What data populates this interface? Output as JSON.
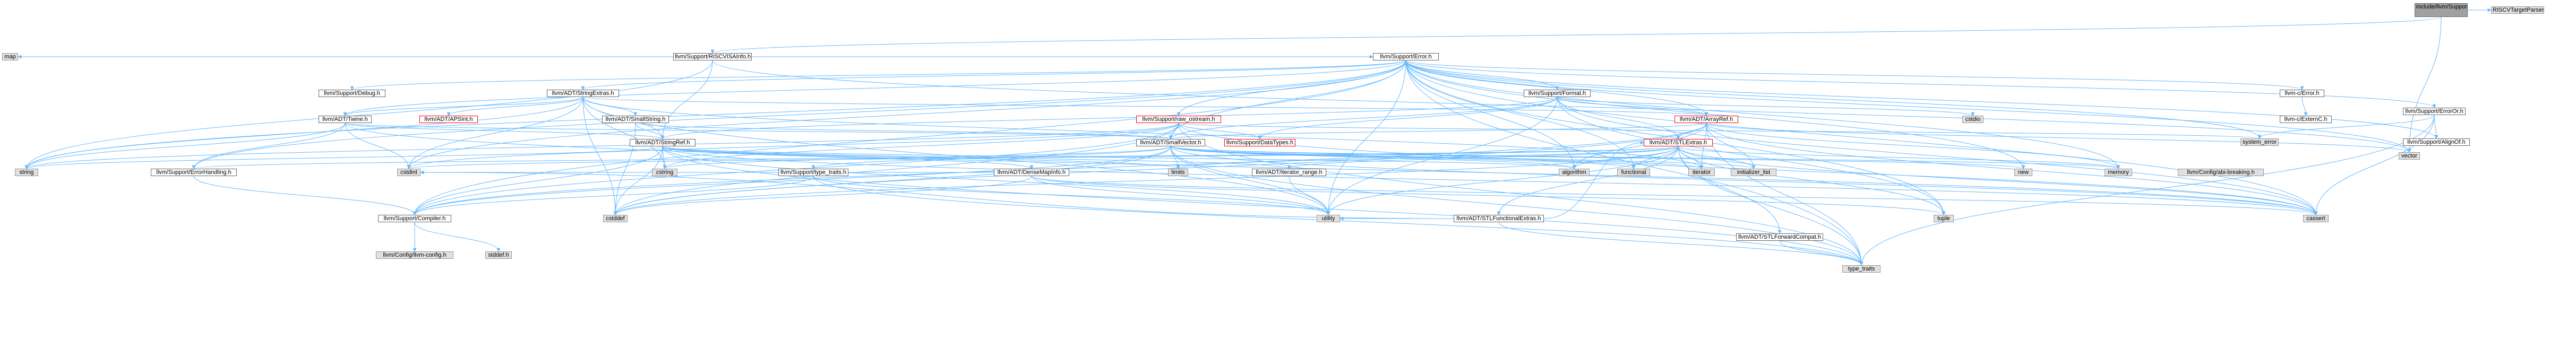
{
  "colors": {
    "edge": "#63b8ff",
    "node_border": "#666666",
    "external_fill": "#e0e0e0",
    "root_fill": "#a0a0a0",
    "missing_border": "#ff0000"
  },
  "nodes": [
    {
      "id": "root",
      "label": "include/llvm/Support/TargetParser.h",
      "kind": "root"
    },
    {
      "id": "riscvtp",
      "label": "RISCVTargetParser.def",
      "kind": "external"
    },
    {
      "id": "riscvisa",
      "label": "llvm/Support/RISCVISAInfo.h",
      "kind": "plain"
    },
    {
      "id": "map",
      "label": "map",
      "kind": "external"
    },
    {
      "id": "vector",
      "label": "vector",
      "kind": "external"
    },
    {
      "id": "error",
      "label": "llvm/Support/Error.h",
      "kind": "plain"
    },
    {
      "id": "debug",
      "label": "llvm/Support/Debug.h",
      "kind": "plain"
    },
    {
      "id": "stringextras",
      "label": "llvm/ADT/StringExtras.h",
      "kind": "plain"
    },
    {
      "id": "format",
      "label": "llvm/Support/Format.h",
      "kind": "plain"
    },
    {
      "id": "cerror",
      "label": "llvm-c/Error.h",
      "kind": "plain"
    },
    {
      "id": "errorxx",
      "label": "llvm/Support/ErrorOr.h",
      "kind": "plain"
    },
    {
      "id": "twine",
      "label": "llvm/ADT/Twine.h",
      "kind": "plain"
    },
    {
      "id": "apsint",
      "label": "llvm/ADT/APSInt.h",
      "kind": "missing"
    },
    {
      "id": "smallstring",
      "label": "llvm/ADT/SmallString.h",
      "kind": "plain"
    },
    {
      "id": "rawostream",
      "label": "llvm/Support/raw_ostream.h",
      "kind": "missing"
    },
    {
      "id": "arrayref",
      "label": "llvm/ADT/ArrayRef.h",
      "kind": "missing"
    },
    {
      "id": "cstdio",
      "label": "cstdio",
      "kind": "external"
    },
    {
      "id": "externc",
      "label": "llvm-c/ExternC.h",
      "kind": "plain"
    },
    {
      "id": "systemerror",
      "label": "system_error",
      "kind": "external"
    },
    {
      "id": "alignof",
      "label": "llvm/Support/AlignOf.h",
      "kind": "plain"
    },
    {
      "id": "smallvector",
      "label": "llvm/ADT/SmallVector.h",
      "kind": "plain"
    },
    {
      "id": "datatypes",
      "label": "llvm/Support/DataTypes.h",
      "kind": "missing"
    },
    {
      "id": "stlextras",
      "label": "llvm/ADT/STLExtras.h",
      "kind": "missing"
    },
    {
      "id": "stringref",
      "label": "llvm/ADT/StringRef.h",
      "kind": "plain"
    },
    {
      "id": "string",
      "label": "string",
      "kind": "external"
    },
    {
      "id": "cstdint",
      "label": "cstdint",
      "kind": "external"
    },
    {
      "id": "cstring",
      "label": "cstring",
      "kind": "external"
    },
    {
      "id": "errorhandling",
      "label": "llvm/Support/ErrorHandling.h",
      "kind": "plain"
    },
    {
      "id": "typetraits",
      "label": "llvm/Support/type_traits.h",
      "kind": "plain"
    },
    {
      "id": "densemapinfo",
      "label": "llvm/ADT/DenseMapInfo.h",
      "kind": "plain"
    },
    {
      "id": "limits",
      "label": "limits",
      "kind": "external"
    },
    {
      "id": "iteratorrange",
      "label": "llvm/ADT/iterator_range.h",
      "kind": "plain"
    },
    {
      "id": "algorithm",
      "label": "algorithm",
      "kind": "external"
    },
    {
      "id": "functional",
      "label": "functional",
      "kind": "external"
    },
    {
      "id": "iterator",
      "label": "iterator",
      "kind": "external"
    },
    {
      "id": "initlist",
      "label": "initializer_list",
      "kind": "external"
    },
    {
      "id": "new",
      "label": "new",
      "kind": "external"
    },
    {
      "id": "memory",
      "label": "memory",
      "kind": "external"
    },
    {
      "id": "configbreaking",
      "label": "llvm/Config/abi-breaking.h",
      "kind": "external"
    },
    {
      "id": "stlfunctional",
      "label": "llvm/ADT/STLFunctionalExtras.h",
      "kind": "plain"
    },
    {
      "id": "compiler",
      "label": "llvm/Support/Compiler.h",
      "kind": "plain"
    },
    {
      "id": "cstddef",
      "label": "cstddef",
      "kind": "external"
    },
    {
      "id": "utility",
      "label": "utility",
      "kind": "external"
    },
    {
      "id": "tuple",
      "label": "tuple",
      "kind": "external"
    },
    {
      "id": "cassert",
      "label": "cassert",
      "kind": "external"
    },
    {
      "id": "stlforward",
      "label": "llvm/ADT/STLForwardCompat.h",
      "kind": "plain"
    },
    {
      "id": "configllvm",
      "label": "llvm/Config/llvm-config.h",
      "kind": "external"
    },
    {
      "id": "stddef",
      "label": "stddef.h",
      "kind": "external"
    },
    {
      "id": "typetraitsstd",
      "label": "type_traits",
      "kind": "external"
    }
  ],
  "edges": [
    [
      "root",
      "riscvtp"
    ],
    [
      "root",
      "riscvisa"
    ],
    [
      "root",
      "vector"
    ],
    [
      "riscvisa",
      "map"
    ],
    [
      "riscvisa",
      "error"
    ],
    [
      "riscvisa",
      "string"
    ],
    [
      "riscvisa",
      "vector"
    ],
    [
      "riscvisa",
      "stringref"
    ],
    [
      "error",
      "debug"
    ],
    [
      "error",
      "stringextras"
    ],
    [
      "error",
      "format"
    ],
    [
      "error",
      "cerror"
    ],
    [
      "error",
      "errorxx"
    ],
    [
      "error",
      "twine"
    ],
    [
      "error",
      "rawostream"
    ],
    [
      "error",
      "arrayref"
    ],
    [
      "error",
      "smallvector"
    ],
    [
      "error",
      "alignof"
    ],
    [
      "error",
      "systemerror"
    ],
    [
      "error",
      "vector"
    ],
    [
      "error",
      "string"
    ],
    [
      "error",
      "compiler"
    ],
    [
      "error",
      "errorhandling"
    ],
    [
      "error",
      "cassert"
    ],
    [
      "error",
      "cstdint"
    ],
    [
      "error",
      "memory"
    ],
    [
      "error",
      "new"
    ],
    [
      "error",
      "tuple"
    ],
    [
      "error",
      "utility"
    ],
    [
      "error",
      "typetraitsstd"
    ],
    [
      "error",
      "algorithm"
    ],
    [
      "error",
      "functional"
    ],
    [
      "error",
      "abiconfig"
    ],
    [
      "stringextras",
      "apsint"
    ],
    [
      "stringextras",
      "arrayref"
    ],
    [
      "stringextras",
      "smallstring"
    ],
    [
      "stringextras",
      "stringref"
    ],
    [
      "stringextras",
      "twine"
    ],
    [
      "stringextras",
      "string"
    ],
    [
      "stringextras",
      "cstddef"
    ],
    [
      "stringextras",
      "cstdint"
    ],
    [
      "stringextras",
      "cstdlib"
    ],
    [
      "stringextras",
      "cstring"
    ],
    [
      "stringextras",
      "iterator"
    ],
    [
      "stringextras",
      "utility"
    ],
    [
      "format",
      "arrayref"
    ],
    [
      "format",
      "stringref"
    ],
    [
      "format",
      "datatypes"
    ],
    [
      "format",
      "cassert"
    ],
    [
      "format",
      "cstdio"
    ],
    [
      "format",
      "tuple"
    ],
    [
      "format",
      "utility"
    ],
    [
      "format",
      "stlextras"
    ],
    [
      "format",
      "smallvector"
    ],
    [
      "cerror",
      "externc"
    ],
    [
      "errorxx",
      "alignof"
    ],
    [
      "errorxx",
      "cassert"
    ],
    [
      "errorxx",
      "systemerror"
    ],
    [
      "errorxx",
      "typetraitsstd"
    ],
    [
      "errorxx",
      "abiconfig"
    ],
    [
      "twine",
      "smallvector"
    ],
    [
      "twine",
      "stringref"
    ],
    [
      "twine",
      "errorhandling"
    ],
    [
      "twine",
      "cassert"
    ],
    [
      "twine",
      "cstdint"
    ],
    [
      "twine",
      "string"
    ],
    [
      "smallstring",
      "smallvector"
    ],
    [
      "smallstring",
      "stringref"
    ],
    [
      "smallstring",
      "cstddef"
    ],
    [
      "rawostream",
      "smallvector"
    ],
    [
      "rawostream",
      "datatypes"
    ],
    [
      "rawostream",
      "cassert"
    ],
    [
      "rawostream",
      "cstddef"
    ],
    [
      "rawostream",
      "cstdint"
    ],
    [
      "rawostream",
      "cstring"
    ],
    [
      "rawostream",
      "string"
    ],
    [
      "rawostream",
      "systemerror"
    ],
    [
      "rawostream",
      "typetraitsstd"
    ],
    [
      "rawostream",
      "compiler"
    ],
    [
      "arrayref",
      "stlextras"
    ],
    [
      "arrayref",
      "smallvector"
    ],
    [
      "arrayref",
      "compiler"
    ],
    [
      "arrayref",
      "algorithm"
    ],
    [
      "arrayref",
      "array"
    ],
    [
      "arrayref",
      "cassert"
    ],
    [
      "arrayref",
      "cstddef"
    ],
    [
      "arrayref",
      "initlist"
    ],
    [
      "arrayref",
      "iterator"
    ],
    [
      "arrayref",
      "memory"
    ],
    [
      "arrayref",
      "typetraitsstd"
    ],
    [
      "arrayref",
      "vector"
    ],
    [
      "smallvector",
      "compiler"
    ],
    [
      "smallvector",
      "typetraits"
    ],
    [
      "smallvector",
      "algorithm"
    ],
    [
      "smallvector",
      "cassert"
    ],
    [
      "smallvector",
      "cstddef"
    ],
    [
      "smallvector",
      "cstdlib"
    ],
    [
      "smallvector",
      "cstring"
    ],
    [
      "smallvector",
      "functional"
    ],
    [
      "smallvector",
      "initlist"
    ],
    [
      "smallvector",
      "iterator"
    ],
    [
      "smallvector",
      "limits"
    ],
    [
      "smallvector",
      "memory"
    ],
    [
      "smallvector",
      "new"
    ],
    [
      "smallvector",
      "typetraitsstd"
    ],
    [
      "smallvector",
      "utility"
    ],
    [
      "stlextras",
      "stlfunctional"
    ],
    [
      "stlextras",
      "stlforward"
    ],
    [
      "stlextras",
      "iteratorrange"
    ],
    [
      "stlextras",
      "abiconfig"
    ],
    [
      "stlextras",
      "errorhandling"
    ],
    [
      "stlextras",
      "algorithm"
    ],
    [
      "stlextras",
      "cassert"
    ],
    [
      "stlextras",
      "cstddef"
    ],
    [
      "stlextras",
      "cstdint"
    ],
    [
      "stlextras",
      "cstdlib"
    ],
    [
      "stlextras",
      "functional"
    ],
    [
      "stlextras",
      "initlist"
    ],
    [
      "stlextras",
      "iterator"
    ],
    [
      "stlextras",
      "limits"
    ],
    [
      "stlextras",
      "memory"
    ],
    [
      "stlextras",
      "optional"
    ],
    [
      "stlextras",
      "tuple"
    ],
    [
      "stlextras",
      "typetraitsstd"
    ],
    [
      "stlextras",
      "utility"
    ],
    [
      "stringref",
      "densemapinfo"
    ],
    [
      "stringref",
      "iteratorrange"
    ],
    [
      "stringref",
      "compiler"
    ],
    [
      "stringref",
      "algorithm"
    ],
    [
      "stringref",
      "cassert"
    ],
    [
      "stringref",
      "cstddef"
    ],
    [
      "stringref",
      "cstring"
    ],
    [
      "stringref",
      "limits"
    ],
    [
      "stringref",
      "string"
    ],
    [
      "stringref",
      "typetraitsstd"
    ],
    [
      "stringref",
      "utility"
    ],
    [
      "errorhandling",
      "compiler"
    ],
    [
      "typetraits",
      "compiler"
    ],
    [
      "typetraits",
      "typetraitsstd"
    ],
    [
      "typetraits",
      "utility"
    ],
    [
      "densemapinfo",
      "cassert"
    ],
    [
      "densemapinfo",
      "cstddef"
    ],
    [
      "densemapinfo",
      "cstdint"
    ],
    [
      "densemapinfo",
      "tuple"
    ],
    [
      "densemapinfo",
      "utility"
    ],
    [
      "iteratorrange",
      "utility"
    ],
    [
      "stlfunctional",
      "stlextras"
    ],
    [
      "stlfunctional",
      "cstdint"
    ],
    [
      "stlfunctional",
      "typetraitsstd"
    ],
    [
      "stlfunctional",
      "utility"
    ],
    [
      "compiler",
      "configllvm"
    ],
    [
      "compiler",
      "stddef"
    ],
    [
      "stlforward",
      "typetraitsstd"
    ]
  ]
}
